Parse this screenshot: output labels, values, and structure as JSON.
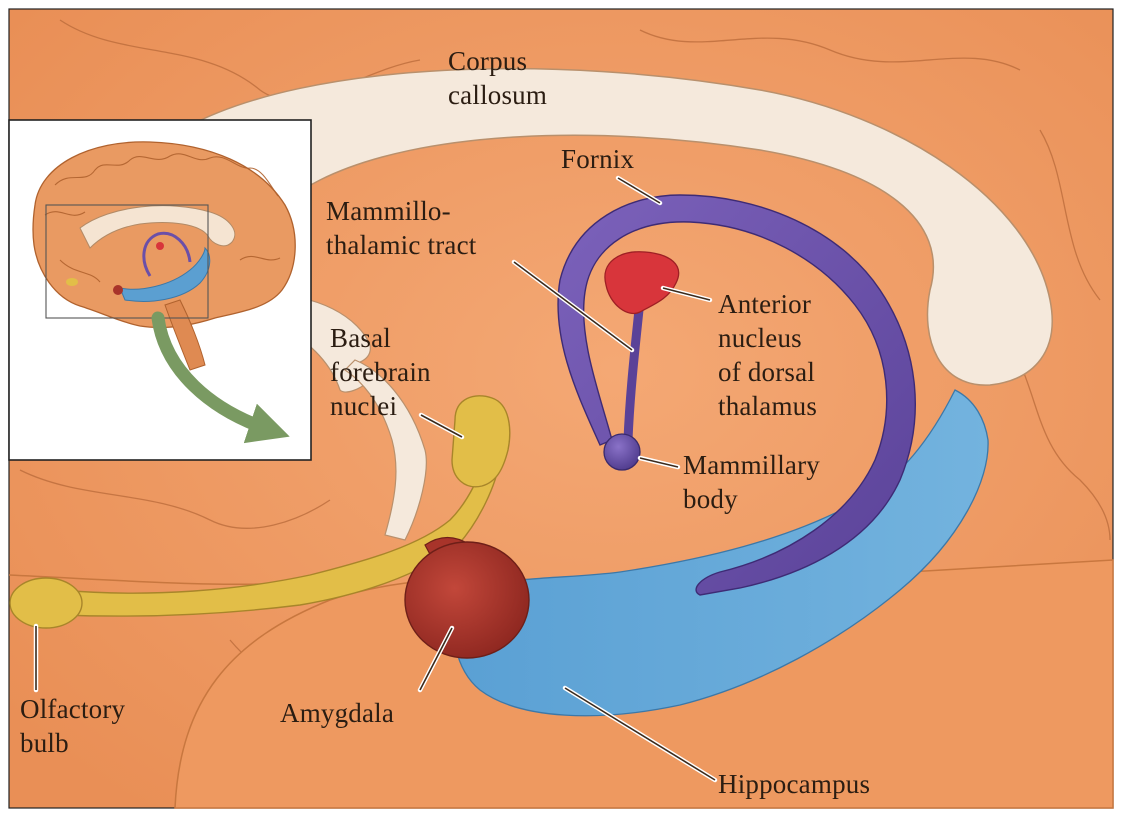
{
  "diagram": {
    "labels": {
      "corpus_callosum": [
        "Corpus",
        "callosum"
      ],
      "fornix": "Fornix",
      "mammillothalamic_tract": [
        "Mammillo-",
        "thalamic tract"
      ],
      "anterior_nucleus": [
        "Anterior",
        "nucleus",
        "of dorsal",
        "thalamus"
      ],
      "basal_forebrain": [
        "Basal",
        "forebrain",
        "nuclei"
      ],
      "mammillary_body": [
        "Mammillary",
        "body"
      ],
      "olfactory_bulb": [
        "Olfactory",
        "bulb"
      ],
      "amygdala": "Amygdala",
      "hippocampus": "Hippocampus"
    },
    "colors": {
      "cortex": "#f2a06a",
      "cortex_shadow": "#d9834c",
      "white_matter": "#f4e6d8",
      "fornix": "#6b4fa8",
      "hippocampus": "#5b9fd1",
      "amygdala": "#a8342a",
      "anterior_nucleus": "#d8353b",
      "olfactory": "#e2be48",
      "inset_arrow": "#7a9a62"
    }
  }
}
